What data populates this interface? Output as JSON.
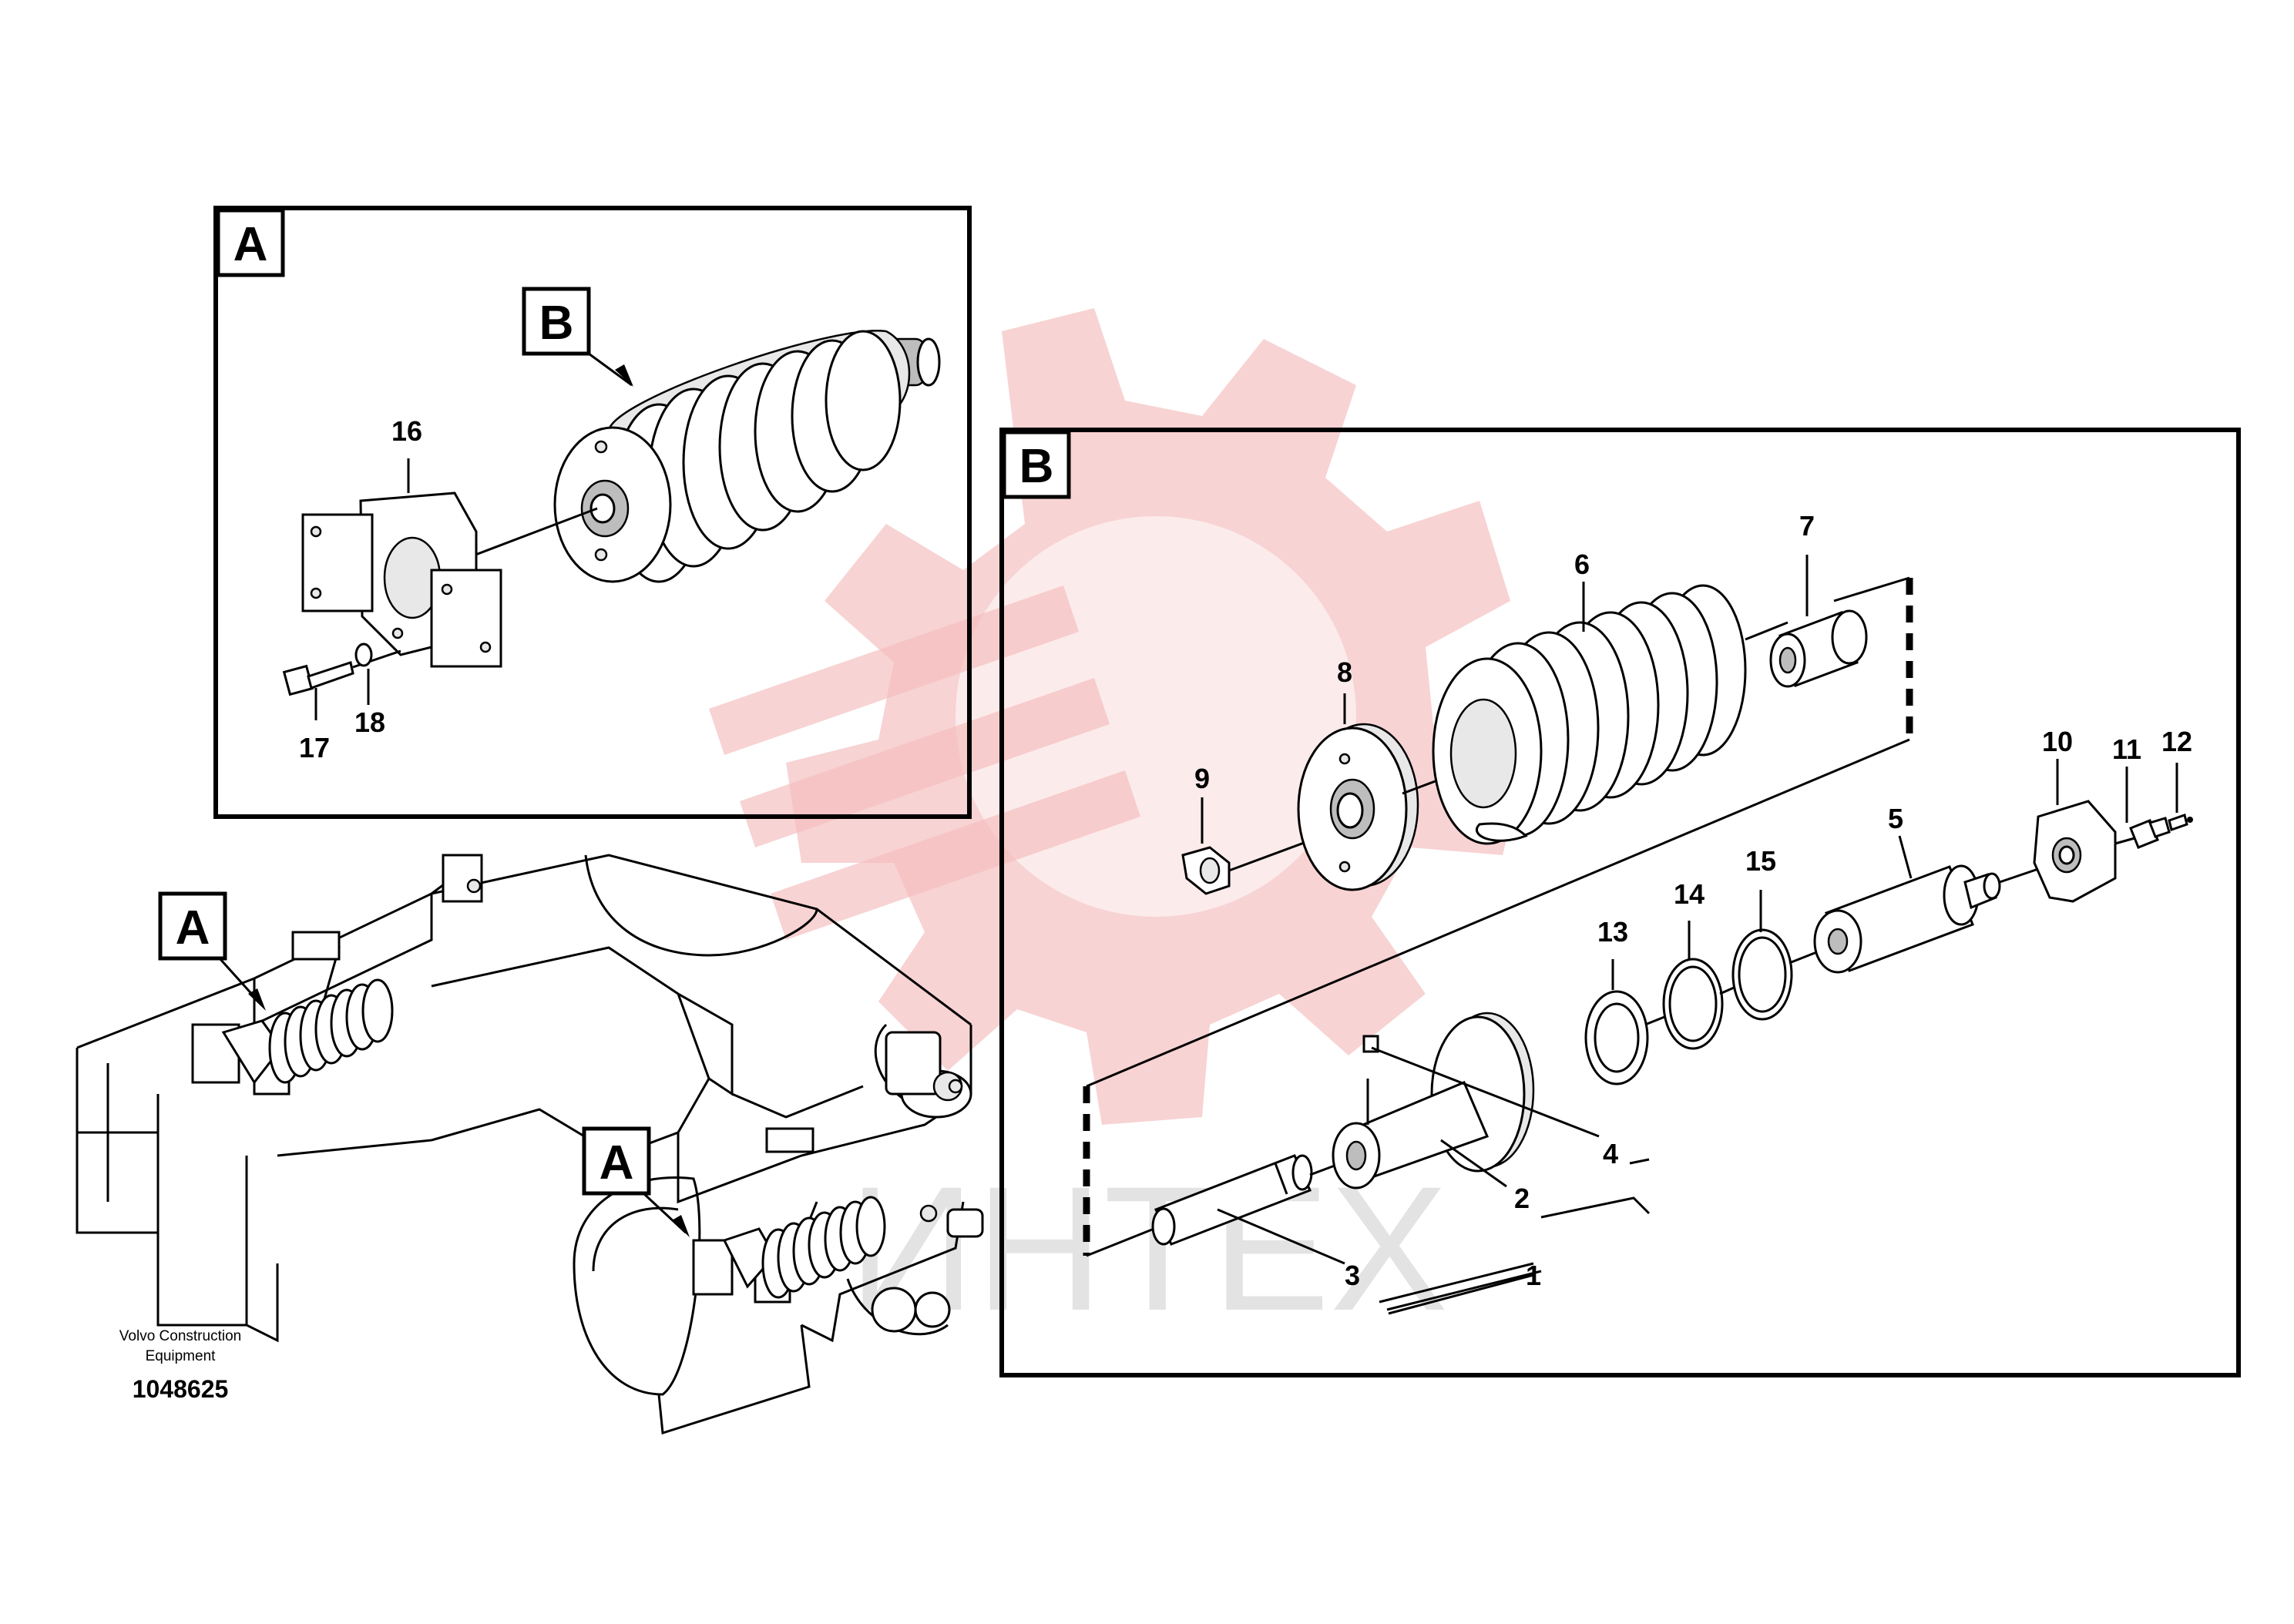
{
  "callouts": {
    "panel_a": "A",
    "panel_b": "B",
    "b_in_a": "B",
    "overview_a1": "A",
    "overview_a2": "A"
  },
  "part_numbers": {
    "p1": "1",
    "p2": "2",
    "p3": "3",
    "p4": "4",
    "p5": "5",
    "p6": "6",
    "p7": "7",
    "p8": "8",
    "p9": "9",
    "p10": "10",
    "p11": "11",
    "p12": "12",
    "p13": "13",
    "p14": "14",
    "p15": "15",
    "p16": "16",
    "p17": "17",
    "p18": "18"
  },
  "footer": {
    "manufacturer_line1": "Volvo Construction",
    "manufacturer_line2": "Equipment",
    "drawing_number": "1048625"
  },
  "watermark": {
    "text": "ИНТЕХ",
    "color": "#f4bcbc"
  },
  "colors": {
    "line": "#000000",
    "background": "#ffffff"
  }
}
